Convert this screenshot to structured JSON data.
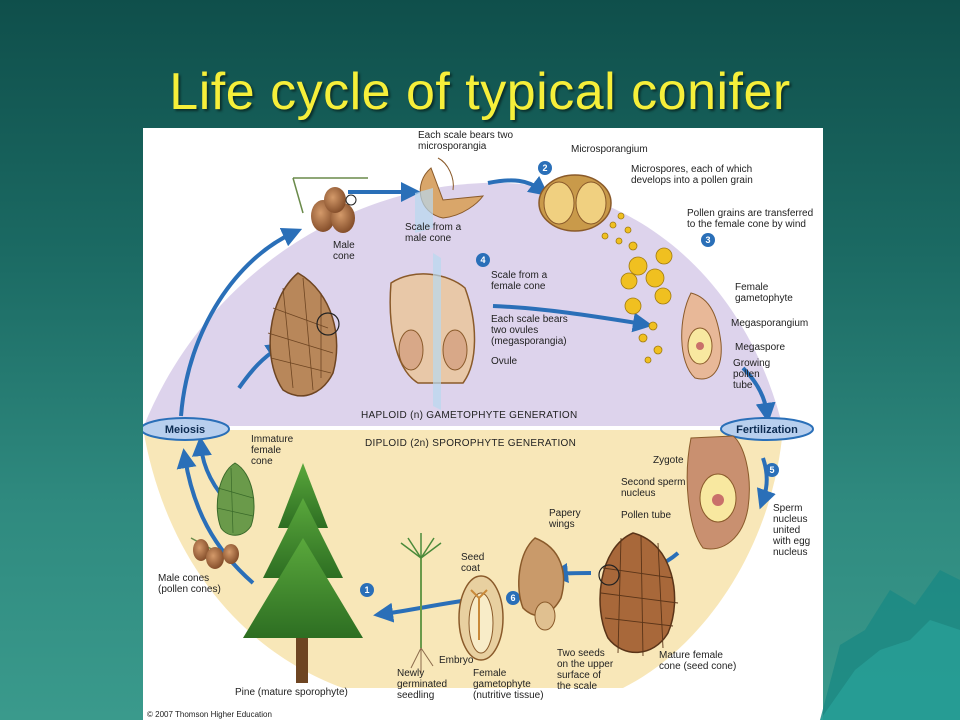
{
  "slide": {
    "title": "Life cycle of typical conifer"
  },
  "diagram": {
    "haploid_label": "HAPLOID (n) GAMETOPHYTE GENERATION",
    "diploid_label": "DIPLOID (2n) SPOROPHYTE GENERATION",
    "meiosis": "Meiosis",
    "fertilization": "Fertilization",
    "copyright": "© 2007 Thomson Higher Education",
    "steps": [
      "1",
      "2",
      "3",
      "4",
      "5",
      "6"
    ],
    "labels": {
      "each_scale_two_micro_1": "Each scale bears two",
      "each_scale_two_micro_2": "microsporangia",
      "microsporangium": "Microsporangium",
      "microspores_1": "Microspores, each of which",
      "microspores_2": "develops into a pollen grain",
      "pollen_transfer_1": "Pollen grains are transferred",
      "pollen_transfer_2": "to the female cone by wind",
      "male_cone_1": "Male",
      "male_cone_2": "cone",
      "scale_male_1": "Scale from a",
      "scale_male_2": "male cone",
      "scale_female_1": "Scale from a",
      "scale_female_2": "female cone",
      "ovules_1": "Each scale bears",
      "ovules_2": "two ovules",
      "ovules_3": "(megasporangia)",
      "ovule": "Ovule",
      "female_gam_1": "Female",
      "female_gam_2": "gametophyte",
      "megasporangium": "Megasporangium",
      "megaspore": "Megaspore",
      "growing_1": "Growing",
      "growing_2": "pollen",
      "growing_3": "tube",
      "immature_1": "Immature",
      "immature_2": "female",
      "immature_3": "cone",
      "zygote": "Zygote",
      "second_sperm_1": "Second sperm",
      "second_sperm_2": "nucleus",
      "pollen_tube": "Pollen tube",
      "sperm_1": "Sperm",
      "sperm_2": "nucleus",
      "sperm_3": "united",
      "sperm_4": "with egg",
      "sperm_5": "nucleus",
      "papery_1": "Papery",
      "papery_2": "wings",
      "seed_coat_1": "Seed",
      "seed_coat_2": "coat",
      "male_cones_1": "Male cones",
      "male_cones_2": "(pollen cones)",
      "embryo": "Embryo",
      "two_seeds_1": "Two seeds",
      "two_seeds_2": "on the upper",
      "two_seeds_3": "surface of",
      "two_seeds_4": "the scale",
      "mature_cone_1": "Mature female",
      "mature_cone_2": "cone (seed cone)",
      "newly_1": "Newly",
      "newly_2": "germinated",
      "newly_3": "seedling",
      "female_gam_b_1": "Female",
      "female_gam_b_2": "gametophyte",
      "female_gam_b_3": "(nutritive tissue)",
      "pine": "Pine (mature sporophyte)"
    }
  }
}
